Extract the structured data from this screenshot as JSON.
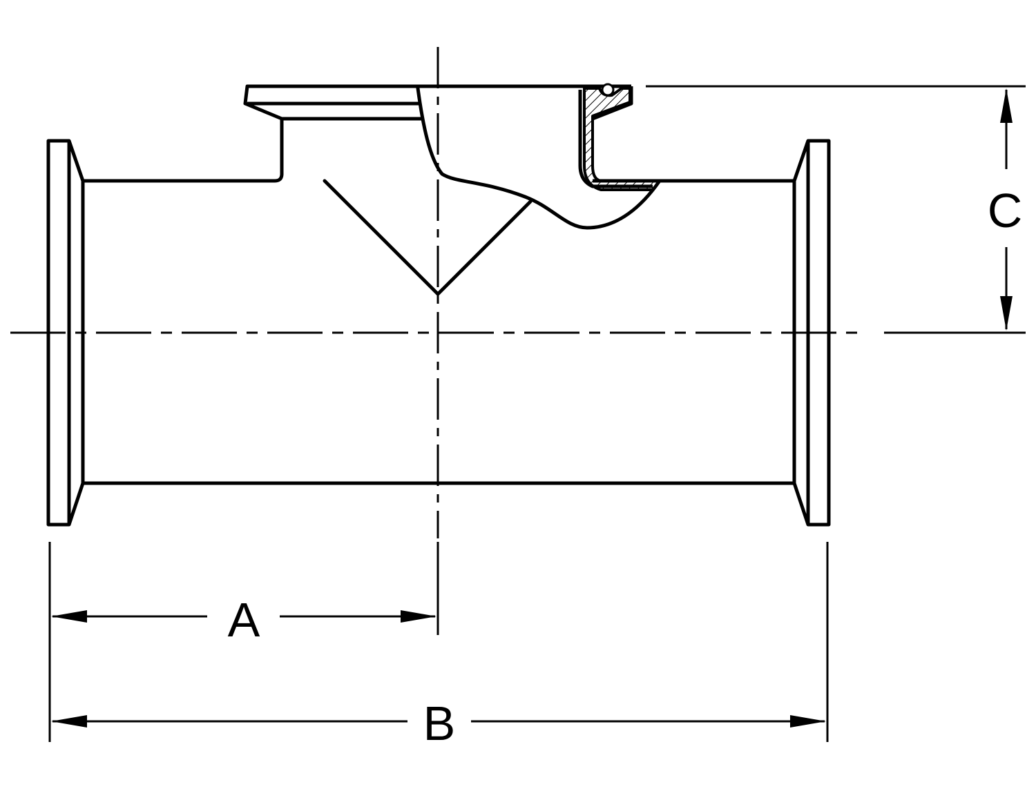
{
  "diagram": {
    "title": "",
    "colors": {
      "line": "#000000",
      "background": "#ffffff"
    },
    "dimensions": {
      "a_label": "A",
      "b_label": "B",
      "c_label": "C"
    }
  }
}
